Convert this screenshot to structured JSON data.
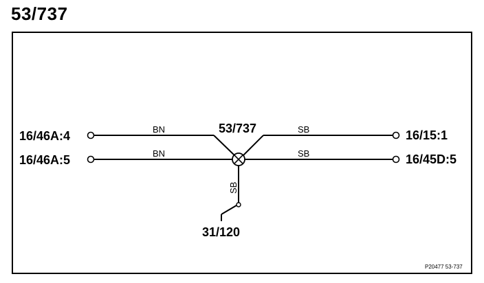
{
  "title": "53/737",
  "component_label": "53/737",
  "connectors": {
    "left_top": "16/46A:4",
    "left_bottom": "16/46A:5",
    "right_top": "16/15:1",
    "right_bottom": "16/45D:5",
    "ground": "31/120"
  },
  "wire_colors": {
    "left_top": "BN",
    "left_bottom": "BN",
    "right_top": "SB",
    "right_bottom": "SB",
    "vertical": "SB"
  },
  "reference": "P20477 53-737"
}
